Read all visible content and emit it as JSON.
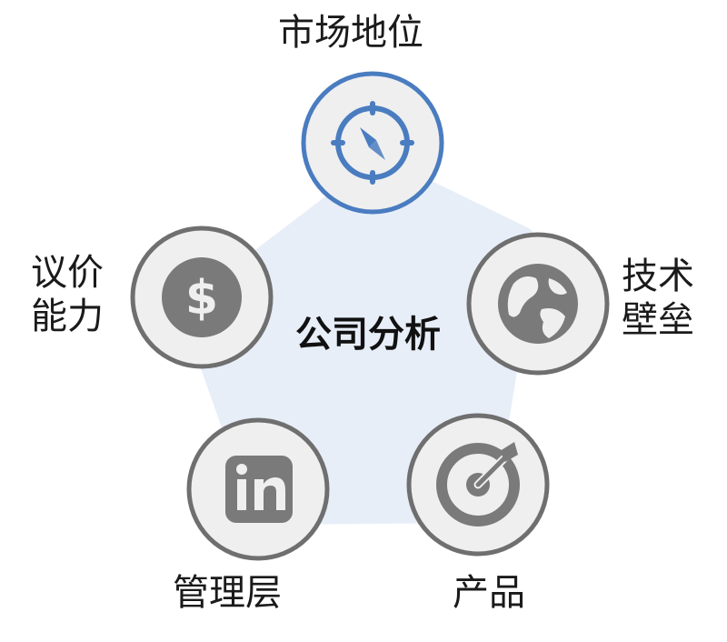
{
  "diagram": {
    "center_title": "公司分析",
    "nodes": [
      {
        "key": "market",
        "lines": [
          "市场地位"
        ],
        "icon": "compass-icon",
        "highlighted": true
      },
      {
        "key": "technology",
        "lines": [
          "技术",
          "壁垒"
        ],
        "icon": "globe-icon",
        "highlighted": false
      },
      {
        "key": "product",
        "lines": [
          "产品"
        ],
        "icon": "target-icon",
        "highlighted": false
      },
      {
        "key": "management",
        "lines": [
          "管理层"
        ],
        "icon": "linkedin-icon",
        "highlighted": false
      },
      {
        "key": "pricing",
        "lines": [
          "议价",
          "能力"
        ],
        "icon": "dollar-icon",
        "highlighted": false
      }
    ]
  },
  "colors": {
    "pentagon_fill": "#e7eef8",
    "circle_fill": "#efefef",
    "ring_gray": "#6f6f6f",
    "ring_blue": "#4a7cc0",
    "icon_gray": "#7a7a7a"
  }
}
